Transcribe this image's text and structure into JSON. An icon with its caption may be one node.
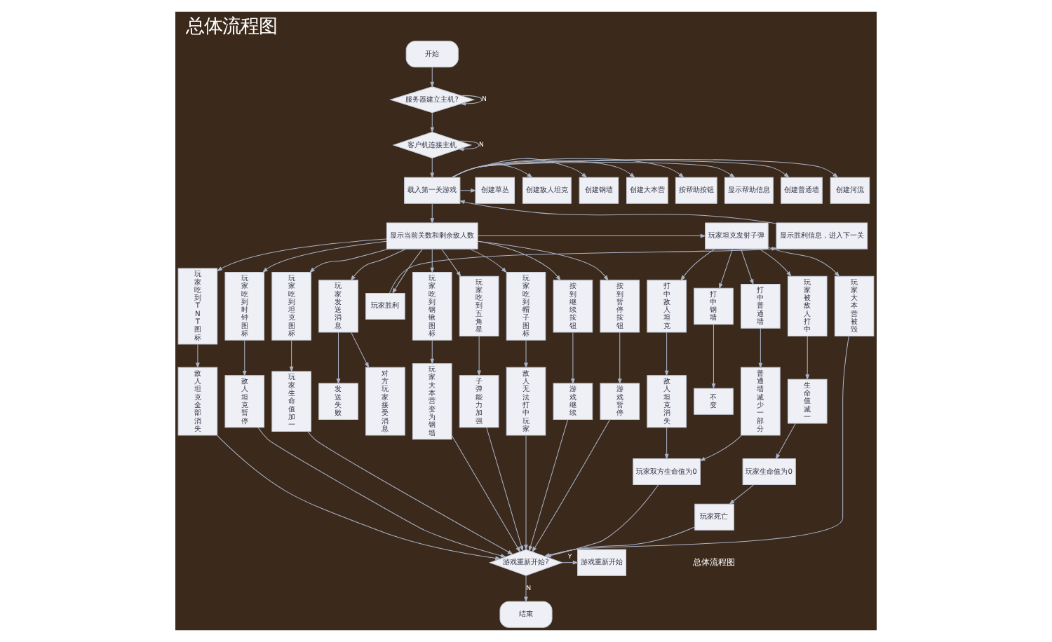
{
  "diagram": {
    "title": "总体流程图",
    "nodes": [
      {
        "text": [
          "开始"
        ]
      },
      {
        "text": [
          "服务器建立主机?"
        ]
      },
      {
        "text": [
          "客户机连接主机"
        ]
      },
      {
        "text": [
          "创建敌人坦克"
        ]
      },
      {
        "text": [
          "创建草丛"
        ]
      },
      {
        "text": [
          "创建河流"
        ]
      },
      {
        "text": [
          "创建普通墙"
        ]
      },
      {
        "text": [
          "载入第一关游戏"
        ]
      },
      {
        "text": [
          "显示帮助信息"
        ]
      },
      {
        "text": [
          "按帮助按钮"
        ]
      },
      {
        "text": [
          "创建大本营"
        ]
      },
      {
        "text": [
          "创建钢墙"
        ]
      },
      {
        "text": [
          "显示胜利信息，进入下一关"
        ]
      },
      {
        "text": [
          "显示当前关数和剩余敌人数"
        ]
      },
      {
        "text": [
          "玩家坦克发射子弹"
        ]
      },
      {
        "text": [
          "玩家胜利"
        ]
      },
      {
        "text": [
          "玩家发送消息"
        ]
      },
      {
        "text": [
          "打中普通墙"
        ]
      },
      {
        "text": [
          "打中敌人坦克"
        ]
      },
      {
        "text": [
          "玩家被敌人打中"
        ]
      },
      {
        "text": [
          "打中钢墙"
        ]
      },
      {
        "text": [
          "玩家大本营被毁"
        ]
      },
      {
        "text": [
          "玩家吃到TNT图标"
        ]
      },
      {
        "text": [
          "玩家吃到时钟图标"
        ]
      },
      {
        "text": [
          "玩家吃到坦克图标"
        ]
      },
      {
        "text": [
          "玩家吃到钢锹图标"
        ]
      },
      {
        "text": [
          "玩家吃到五角星"
        ]
      },
      {
        "text": [
          "玩家吃到帽子图标"
        ]
      },
      {
        "text": [
          "按到继续按钮"
        ]
      },
      {
        "text": [
          "按到暂停按钮"
        ]
      },
      {
        "text": [
          "敌人坦克全部消失"
        ]
      },
      {
        "text": [
          "敌人坦克暂停"
        ]
      },
      {
        "text": [
          "玩家生命值加一"
        ]
      },
      {
        "text": [
          "玩家大本营变为钢墙"
        ]
      },
      {
        "text": [
          "子弹能力加强"
        ]
      },
      {
        "text": [
          "敌人无法打中玩家"
        ]
      },
      {
        "text": [
          "游戏继续"
        ]
      },
      {
        "text": [
          "游戏暂停"
        ]
      },
      {
        "text": [
          "发送失败"
        ]
      },
      {
        "text": [
          "对方玩家接受消息"
        ]
      },
      {
        "text": [
          "普通墙减少一部分"
        ]
      },
      {
        "text": [
          "敌人坦克消失"
        ]
      },
      {
        "text": [
          "生命值减一"
        ]
      },
      {
        "text": [
          "不变"
        ]
      },
      {
        "text": [
          "玩家双方生命值为0"
        ]
      },
      {
        "text": [
          "玩家生命值为0"
        ]
      },
      {
        "text": [
          "玩家死亡"
        ]
      },
      {
        "text": [
          "游戏重新开始"
        ]
      },
      {
        "text": [
          "游戏重新开始?"
        ]
      },
      {
        "text": [
          "结束"
        ]
      }
    ],
    "edges": [
      {
        "from": 0,
        "to": 1,
        "arrow": "to"
      },
      {
        "from": 1,
        "to": 1,
        "arrow": "to",
        "label": "N"
      },
      {
        "from": 1,
        "to": 2,
        "arrow": "to"
      },
      {
        "from": 2,
        "to": 2,
        "arrow": "to",
        "label": "N"
      },
      {
        "from": 2,
        "to": 7,
        "arrow": "to"
      },
      {
        "from": 7,
        "to": 3,
        "arrow": "to"
      },
      {
        "from": 7,
        "to": 4,
        "arrow": "to"
      },
      {
        "from": 7,
        "to": 5,
        "arrow": "to"
      },
      {
        "from": 7,
        "to": 6,
        "arrow": "to"
      },
      {
        "from": 7,
        "to": 8,
        "arrow": "to"
      },
      {
        "from": 7,
        "to": 9,
        "arrow": "to"
      },
      {
        "from": 7,
        "to": 10,
        "arrow": "to"
      },
      {
        "from": 7,
        "to": 11,
        "arrow": "to"
      },
      {
        "from": 7,
        "to": 13,
        "arrow": "to"
      },
      {
        "from": 13,
        "to": 15,
        "arrow": "to"
      },
      {
        "from": 15,
        "to": 12,
        "arrow": "to"
      },
      {
        "from": 12,
        "to": 7,
        "arrow": "to"
      },
      {
        "from": 13,
        "to": 14,
        "arrow": "to"
      },
      {
        "from": 13,
        "to": 16,
        "arrow": "to"
      },
      {
        "from": 13,
        "to": 22,
        "arrow": "to"
      },
      {
        "from": 13,
        "to": 23,
        "arrow": "to"
      },
      {
        "from": 13,
        "to": 24,
        "arrow": "to"
      },
      {
        "from": 13,
        "to": 25,
        "arrow": "to"
      },
      {
        "from": 13,
        "to": 26,
        "arrow": "to"
      },
      {
        "from": 13,
        "to": 27,
        "arrow": "to"
      },
      {
        "from": 13,
        "to": 28,
        "arrow": "to"
      },
      {
        "from": 13,
        "to": 29,
        "arrow": "to"
      },
      {
        "from": 14,
        "to": 17,
        "arrow": "to"
      },
      {
        "from": 14,
        "to": 18,
        "arrow": "to"
      },
      {
        "from": 14,
        "to": 19,
        "arrow": "to"
      },
      {
        "from": 14,
        "to": 20,
        "arrow": "to"
      },
      {
        "from": 14,
        "to": 21,
        "arrow": "to"
      },
      {
        "from": 22,
        "to": 30,
        "arrow": "to"
      },
      {
        "from": 23,
        "to": 31,
        "arrow": "to"
      },
      {
        "from": 24,
        "to": 32,
        "arrow": "to"
      },
      {
        "from": 25,
        "to": 33,
        "arrow": "to"
      },
      {
        "from": 26,
        "to": 34,
        "arrow": "to"
      },
      {
        "from": 27,
        "to": 35,
        "arrow": "to"
      },
      {
        "from": 28,
        "to": 36,
        "arrow": "to"
      },
      {
        "from": 29,
        "to": 37,
        "arrow": "to"
      },
      {
        "from": 16,
        "to": 38,
        "arrow": "to"
      },
      {
        "from": 16,
        "to": 39,
        "arrow": "to"
      },
      {
        "from": 17,
        "to": 40,
        "arrow": "to"
      },
      {
        "from": 18,
        "to": 41,
        "arrow": "to"
      },
      {
        "from": 19,
        "to": 42,
        "arrow": "to"
      },
      {
        "from": 20,
        "to": 43,
        "arrow": "to"
      },
      {
        "from": 40,
        "to": 44,
        "arrow": "to"
      },
      {
        "from": 41,
        "to": 44,
        "arrow": "to"
      },
      {
        "from": 42,
        "to": 45,
        "arrow": "to"
      },
      {
        "from": 45,
        "to": 46,
        "arrow": "to"
      },
      {
        "from": 30,
        "to": 48,
        "arrow": "to"
      },
      {
        "from": 31,
        "to": 48,
        "arrow": "to"
      },
      {
        "from": 32,
        "to": 48,
        "arrow": "to"
      },
      {
        "from": 33,
        "to": 48,
        "arrow": "to"
      },
      {
        "from": 34,
        "to": 48,
        "arrow": "to"
      },
      {
        "from": 35,
        "to": 48,
        "arrow": "to"
      },
      {
        "from": 36,
        "to": 48,
        "arrow": "to"
      },
      {
        "from": 37,
        "to": 48,
        "arrow": "to"
      },
      {
        "from": 44,
        "to": 48,
        "arrow": "to"
      },
      {
        "from": 46,
        "to": 48,
        "arrow": "to"
      },
      {
        "from": 21,
        "to": 48,
        "arrow": "to"
      },
      {
        "from": 48,
        "to": 47,
        "arrow": "to",
        "label": "Y"
      },
      {
        "from": 48,
        "to": 49,
        "arrow": "to",
        "label": "N"
      }
    ],
    "labels": [
      "总体流程图"
    ]
  }
}
